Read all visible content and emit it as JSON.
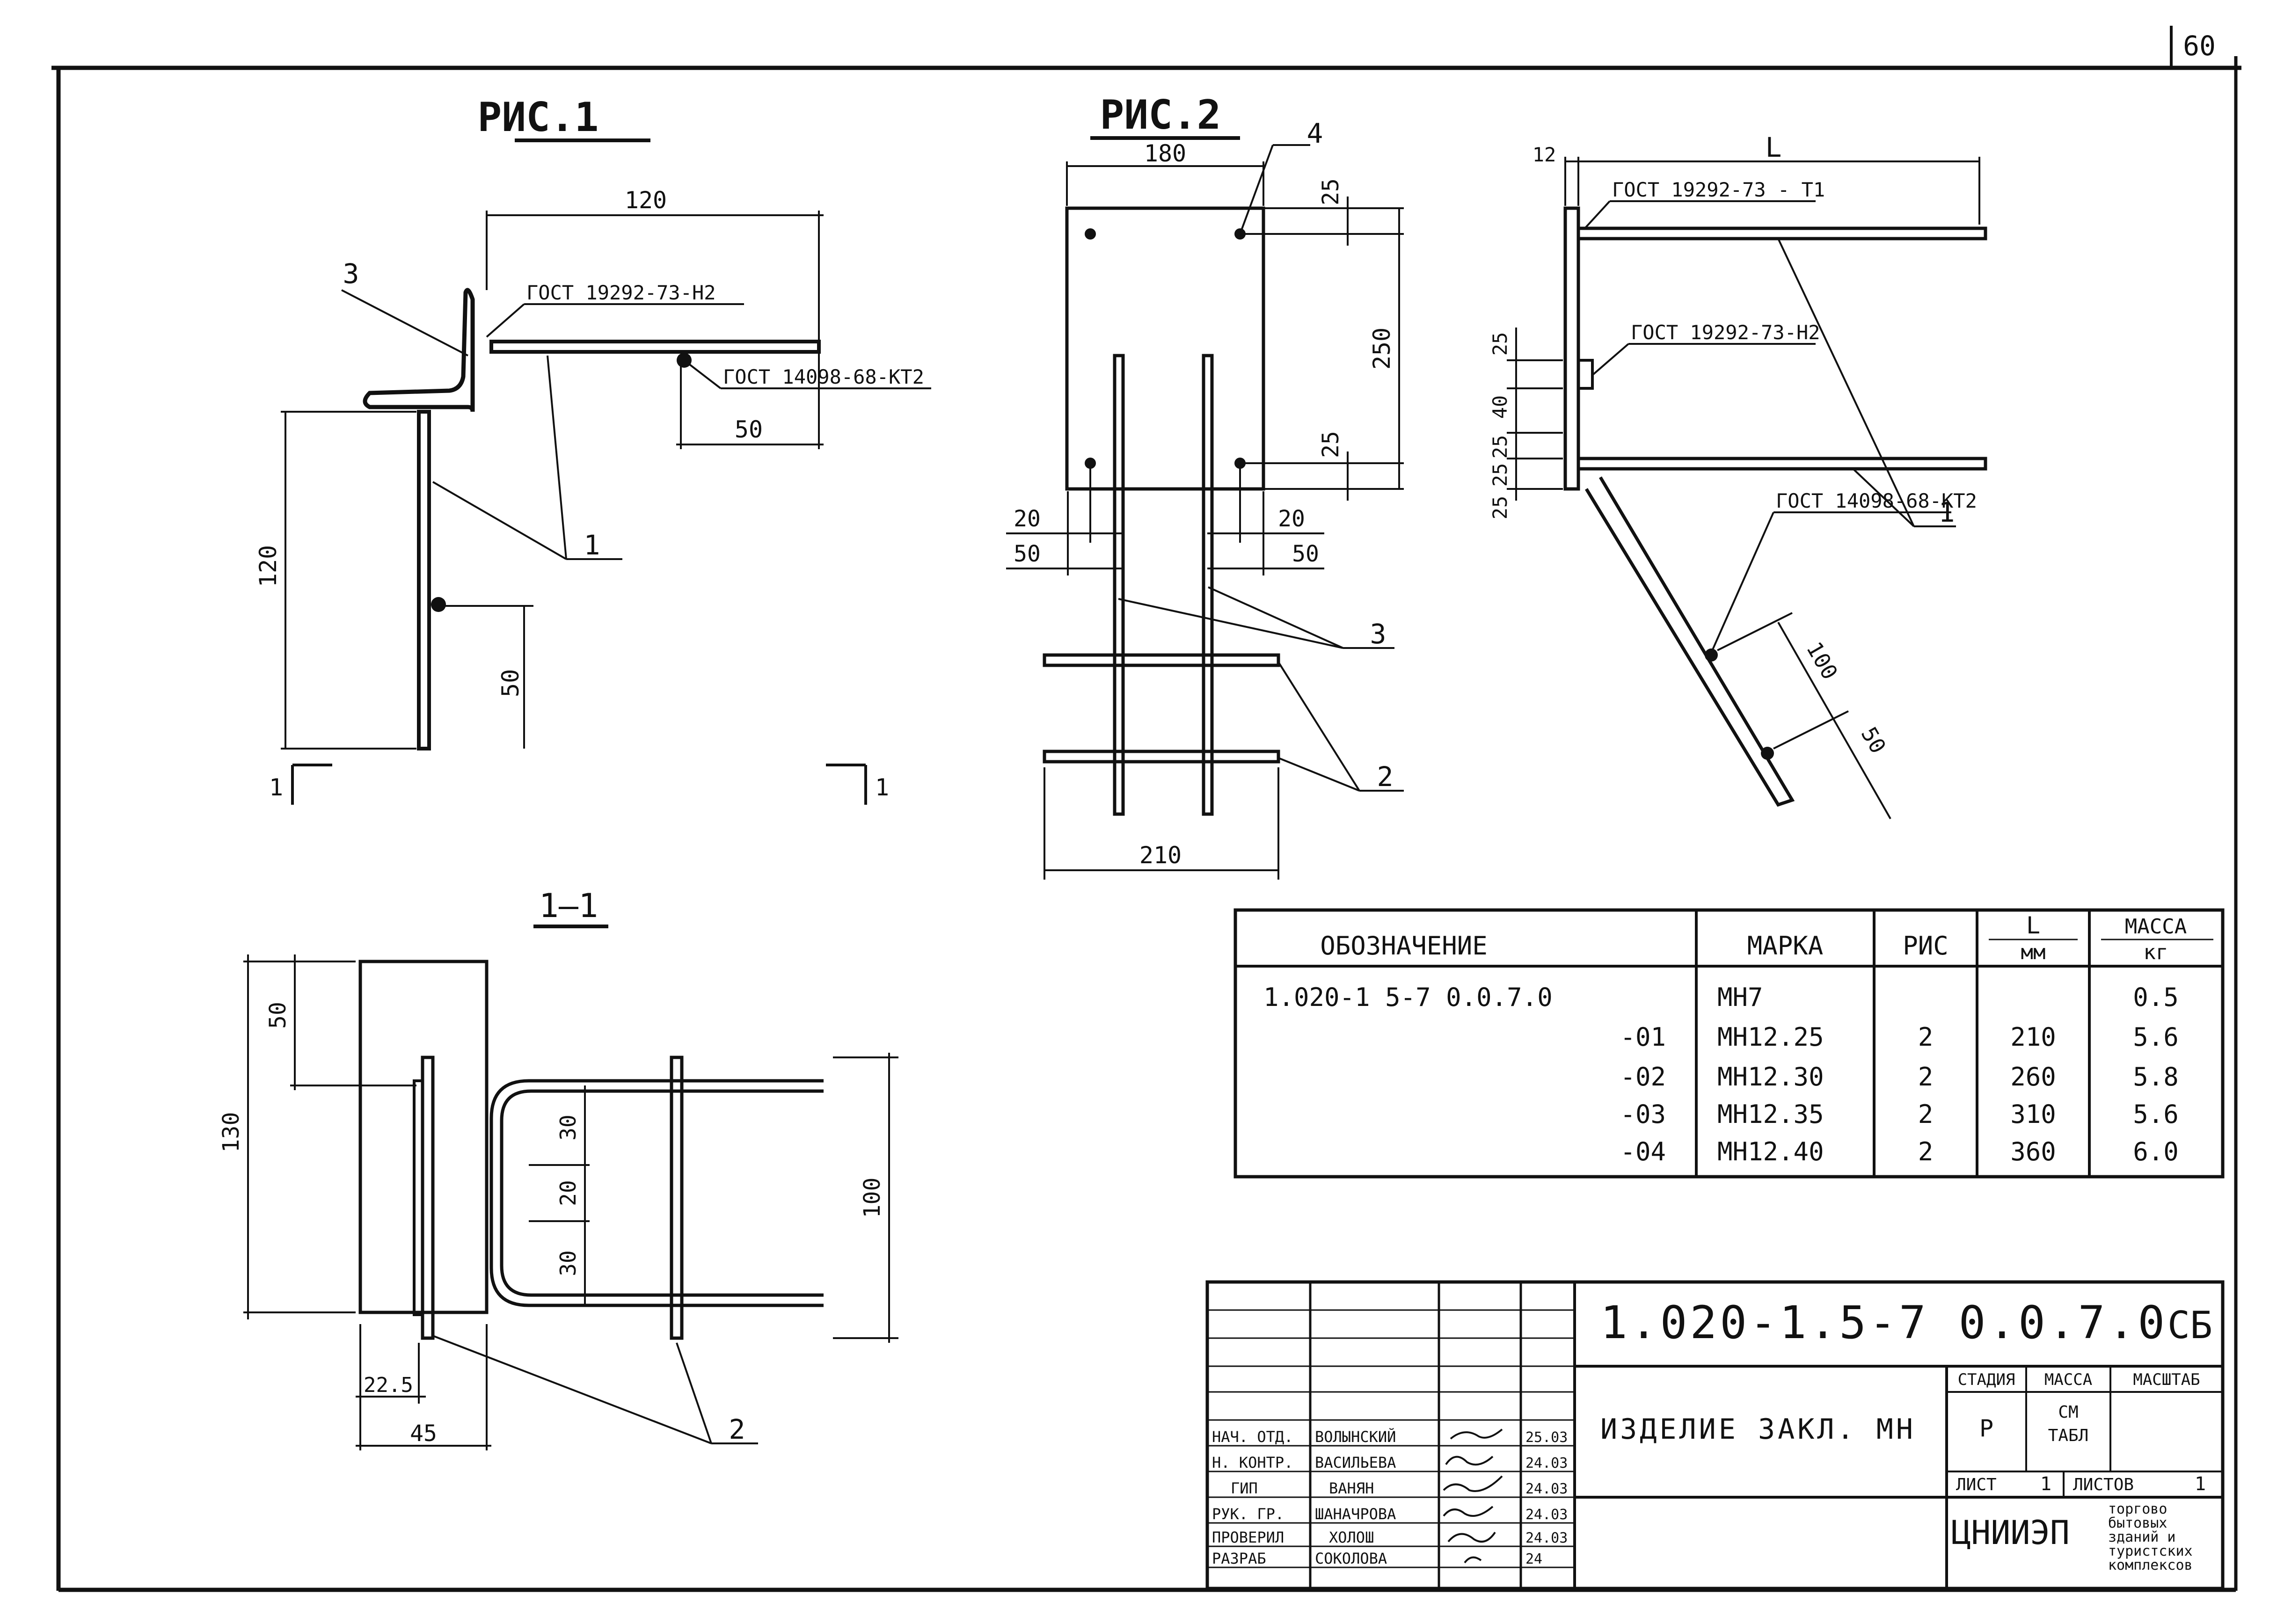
{
  "sheet": {
    "number": "60"
  },
  "figures": {
    "fig1": {
      "title": "РИС.1",
      "dims": {
        "top": "120",
        "left": "120",
        "right": "50",
        "bottom": "50"
      },
      "callouts": {
        "c3": "3",
        "c1": "1"
      },
      "notes": {
        "weld": "ГОСТ 19292-73-Н2",
        "spot": "ГОСТ 14098-68-КТ2"
      },
      "section": {
        "left": "1",
        "right": "1"
      }
    },
    "fig2": {
      "title": "РИС.2",
      "dims": {
        "w180": "180",
        "h250": "250",
        "d25a": "25",
        "d25b": "25",
        "d20l": "20",
        "d50l": "50",
        "d20r": "20",
        "d50r": "50",
        "w210": "210"
      },
      "callouts": {
        "c4": "4",
        "c3": "3",
        "c2": "2"
      }
    },
    "fig3": {
      "dims": {
        "d12": "12",
        "L": "L",
        "s25a": "25",
        "s40": "40",
        "s25b": "25",
        "s25c": "25",
        "s25d": "25",
        "d100": "100",
        "d50": "50"
      },
      "notes": {
        "t1": "ГОСТ 19292-73 - Т1",
        "h2": "ГОСТ 19292-73-Н2",
        "kt2": "ГОСТ 14098-68-КТ2"
      },
      "callouts": {
        "c1": "1"
      }
    },
    "section11": {
      "title": "1—1",
      "dims": {
        "d50": "50",
        "d130": "130",
        "d30a": "30",
        "d20": "20",
        "d30b": "30",
        "d100": "100",
        "d225": "22.5",
        "d45": "45"
      },
      "callouts": {
        "c2": "2"
      }
    }
  },
  "spec_table": {
    "headers": {
      "designation": "ОБОЗНАЧЕНИЕ",
      "mark": "МАРКА",
      "fig": "РИС",
      "L": "L",
      "L_unit": "мм",
      "mass": "МАССА",
      "mass_unit": "кг"
    },
    "rows": [
      {
        "designation": "1.020-1 5-7 0.0.7.0",
        "mark": "МН7",
        "fig": "",
        "L": "",
        "mass": "0.5"
      },
      {
        "designation": "-01",
        "mark": "МН12.25",
        "fig": "2",
        "L": "210",
        "mass": "5.6"
      },
      {
        "designation": "-02",
        "mark": "МН12.30",
        "fig": "2",
        "L": "260",
        "mass": "5.8"
      },
      {
        "designation": "-03",
        "mark": "МН12.35",
        "fig": "2",
        "L": "310",
        "mass": "5.6"
      },
      {
        "designation": "-04",
        "mark": "МН12.40",
        "fig": "2",
        "L": "360",
        "mass": "6.0"
      }
    ]
  },
  "title_block": {
    "code": "1.020-1.5-7 0.0.7.0",
    "doc_type": "СБ",
    "item_name": "ИЗДЕЛИЕ ЗАКЛ. МН",
    "stage_label": "СТАДИЯ",
    "mass_label": "МАССА",
    "scale_label": "МАСШТАБ",
    "stage": "Р",
    "mass_value": "СМ\nТАБЛ",
    "mass_value_1": "СМ",
    "mass_value_2": "ТАБЛ",
    "sheet_label": "ЛИСТ",
    "sheet_value": "1",
    "sheets_label": "ЛИСТОВ",
    "sheets_value": "1",
    "org": "ЦНИИЭП",
    "org_desc_1": "торгово",
    "org_desc_2": "бытовых",
    "org_desc_3": "зданий и",
    "org_desc_4": "туристских",
    "org_desc_5": "комплексов",
    "signatures": [
      {
        "role": "НАЧ. ОТД.",
        "name": "ВОЛЫНСКИЙ",
        "date": "25.03"
      },
      {
        "role": "Н. КОНТР.",
        "name": "ВАСИЛЬЕВА",
        "date": "24.03"
      },
      {
        "role": "ГИП",
        "name": "ВАНЯН",
        "date": "24.03"
      },
      {
        "role": "РУК. ГР.",
        "name": "ШАНАЧРОВА",
        "date": "24.03"
      },
      {
        "role": "ПРОВЕРИЛ",
        "name": "ХОЛОШ",
        "date": "24.03"
      },
      {
        "role": "РАЗРАБ",
        "name": "СОКОЛОВА",
        "date": "24"
      }
    ]
  },
  "colors": {
    "ink": "#111111",
    "paper": "#ffffff"
  }
}
